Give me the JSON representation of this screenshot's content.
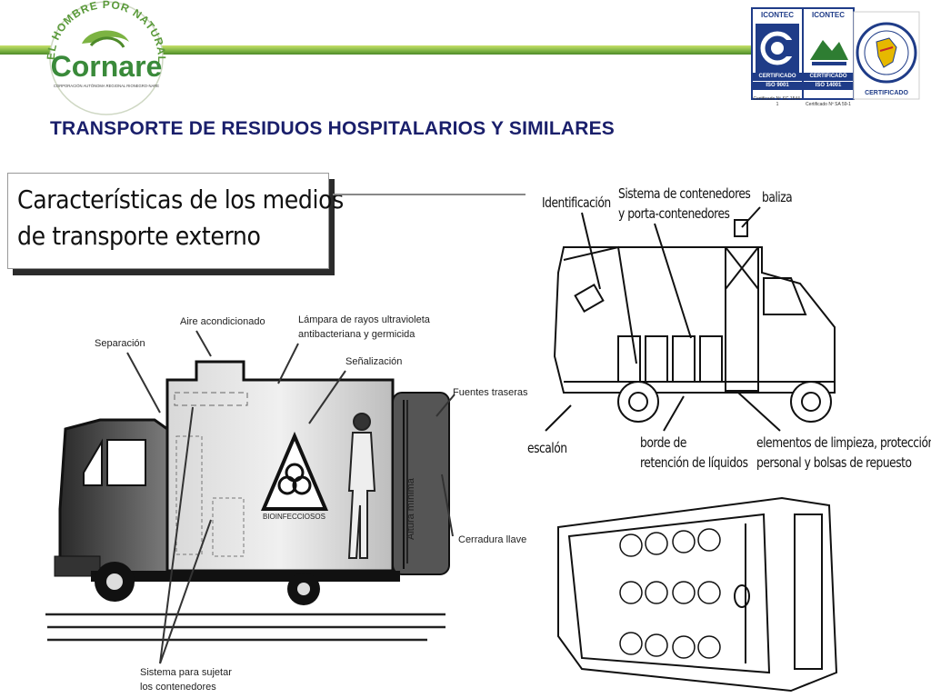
{
  "header": {
    "logo": {
      "arc_text": "EL HOMBRE POR NATURALEZA",
      "brand": "Cornare",
      "subtext": "CORPORACIÓN AUTÓNOMA REGIONAL RIONEGRO-NARE"
    },
    "certs": [
      {
        "org": "ICONTEC",
        "label": "CERTIFICADO",
        "standard": "ISO 9001",
        "number": "Certificado Nº SC 1544-1"
      },
      {
        "org": "ICONTEC",
        "label": "CERTIFICADO",
        "standard": "ISO 14001",
        "number": "Certificado Nº SA 59-1"
      }
    ],
    "seal": {
      "label": "CERTIFICADO"
    }
  },
  "slide": {
    "title": "TRANSPORTE DE RESIDUOS  HOSPITALARIOS  Y  SIMILARES",
    "box_line1": "Características de los medios",
    "box_line2": "de transporte externo"
  },
  "truck_labels": {
    "aire": "Aire acondicionado",
    "lampara1": "Lámpara de rayos ultravioleta",
    "lampara2": "antibacteriana y germicida",
    "separacion": "Separación",
    "senalizacion": "Señalización",
    "fuentes": "Fuentes traseras",
    "altura": "Altura mínima",
    "cerradura": "Cerradura llave",
    "bioinfecciosos": "BIOINFECCIOSOS",
    "sistema1": "Sistema para sujetar",
    "sistema2": "los contenedores"
  },
  "van_labels": {
    "identificacion": "Identificación",
    "sistema1": "Sistema de contenedores",
    "sistema2": "y porta-contenedores",
    "baliza": "baliza",
    "escalon": "escalón",
    "borde1": "borde de",
    "borde2": "retención de líquidos",
    "elementos1": "elementos de limpieza, protección",
    "elementos2": "personal y bolsas de repuesto"
  },
  "colors": {
    "title": "#1a1f6b",
    "green": "#4e8a2a",
    "cert_blue": "#1f3c88"
  }
}
